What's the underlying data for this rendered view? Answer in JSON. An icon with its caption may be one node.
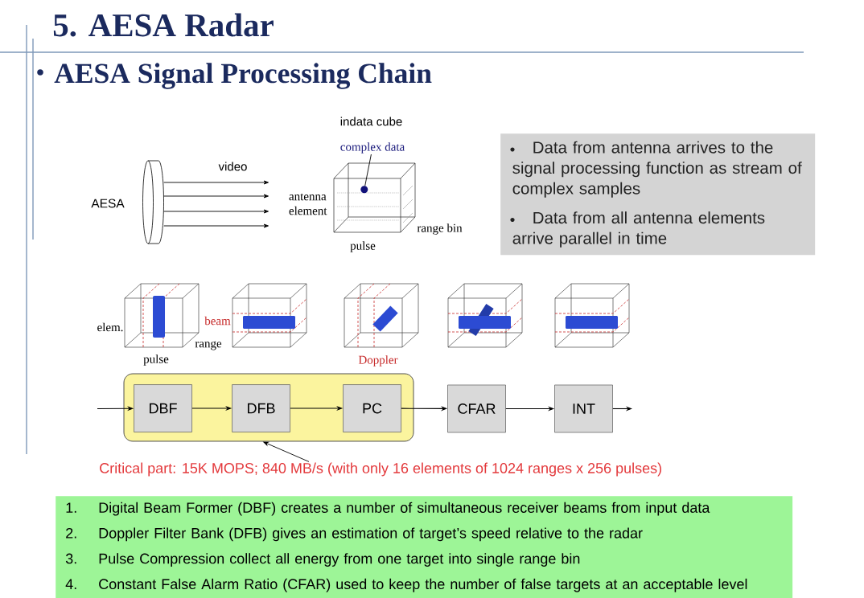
{
  "diagram": {
    "title": "5. AESA Radar",
    "nodes": [
      {
        "text": [],
        "shape": "disc",
        "beside": [
          "AESA"
        ]
      },
      {
        "text": [],
        "shape": "cube",
        "beside": [
          "antenna element",
          "range bin",
          "pulse"
        ]
      },
      {
        "text": [
          "complex data"
        ]
      },
      {
        "text": [],
        "shape": "circle",
        "in": 1
      },
      {
        "text": [
          "Data from antenna arrives to the signal processing function as stream of complex samples",
          "Data from all antenna elements arrive parallel in time"
        ]
      },
      {
        "text": [],
        "shape": "box"
      },
      {
        "text": [
          "DBF"
        ],
        "in": 5
      },
      {
        "text": [
          "DFB"
        ],
        "in": 5
      },
      {
        "text": [
          "PC"
        ],
        "in": 5
      },
      {
        "text": [
          "CFAR"
        ]
      },
      {
        "text": [
          "INT"
        ]
      },
      {
        "text": [
          "Critical part: 15K MOPS; 840 MB/s (with only 16 elements of 1024 ranges x 256 pulses)"
        ]
      },
      {
        "text": [
          "1.",
          "Digital Beam Former (DBF) creates a number of simultaneous receiver beams from input data",
          "2.",
          "Doppler Filter Bank (DFB) gives an estimation of target’s speed relative to the radar",
          "3.",
          "Pulse Compression collect all energy from one target into single range bin",
          "4.",
          "Constant False Alarm Ratio (CFAR) used to keep the number of false targets at an acceptable level"
        ]
      }
    ],
    "edges": [
      {
        "from": 0,
        "to": 1,
        "arrow": "to",
        "label": "video"
      },
      {
        "from": 0,
        "to": 1,
        "arrow": "to"
      },
      {
        "from": 0,
        "to": 1,
        "arrow": "to"
      },
      {
        "from": 0,
        "to": 1,
        "arrow": "to"
      },
      {
        "from": 2,
        "to": 3,
        "arrow": "none"
      },
      {
        "from": null,
        "to": 6,
        "arrow": "to"
      },
      {
        "from": 6,
        "to": 7,
        "arrow": "to"
      },
      {
        "from": 7,
        "to": 8,
        "arrow": "to"
      },
      {
        "from": 8,
        "to": 9,
        "arrow": "to"
      },
      {
        "from": 9,
        "to": 10,
        "arrow": "to"
      },
      {
        "from": 10,
        "to": null,
        "arrow": "to"
      },
      {
        "from": 11,
        "to": 5,
        "arrow": "to"
      }
    ],
    "labels": [
      "AESA Signal Processing Chain",
      "indata cube",
      "elem.",
      "beam",
      "range",
      "pulse",
      "Doppler"
    ]
  }
}
